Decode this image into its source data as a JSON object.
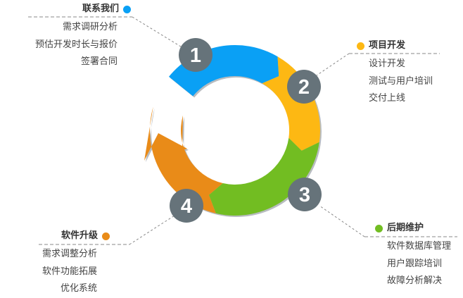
{
  "colors": {
    "blue": "#0aa0f5",
    "yellow": "#fdb813",
    "green": "#72bd22",
    "orange": "#e98b18",
    "badge": "#66737a",
    "shadow": "#b8bcc0",
    "connector": "#888888"
  },
  "steps": [
    {
      "number": "1",
      "title": "联系我们",
      "color_key": "blue",
      "items": [
        "需求调研分析",
        "预估开发时长与报价",
        "签署合同"
      ]
    },
    {
      "number": "2",
      "title": "项目开发",
      "color_key": "yellow",
      "items": [
        "设计开发",
        "测试与用户培训",
        "交付上线"
      ]
    },
    {
      "number": "3",
      "title": "后期维护",
      "color_key": "green",
      "items": [
        "软件数据库管理",
        "用户跟踪培训",
        "故障分析解决"
      ]
    },
    {
      "number": "4",
      "title": "软件升级",
      "color_key": "orange",
      "items": [
        "需求调整分析",
        "软件功能拓展",
        "优化系统"
      ]
    }
  ]
}
